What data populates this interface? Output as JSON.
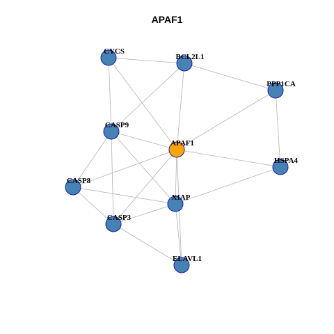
{
  "title": "APAF1",
  "colors": {
    "node_default": "#4682b4",
    "node_focus": "#ffa500",
    "node_border": "#1a1aa8",
    "edge": "#b3b3b3"
  },
  "nodes": [
    {
      "id": "CYCS",
      "label": "CYCS",
      "focus": false
    },
    {
      "id": "BCL2L1",
      "label": "BCL2L1",
      "focus": false
    },
    {
      "id": "PPP1CA",
      "label": "PPP1CA",
      "focus": false
    },
    {
      "id": "CASP9",
      "label": "CASP9",
      "focus": false
    },
    {
      "id": "APAF1",
      "label": "APAF1",
      "focus": true
    },
    {
      "id": "HSPA4",
      "label": "HSPA4",
      "focus": false
    },
    {
      "id": "CASP8",
      "label": "CASP8",
      "focus": false
    },
    {
      "id": "XIAP",
      "label": "XIAP",
      "focus": false
    },
    {
      "id": "CASP3",
      "label": "CASP3",
      "focus": false
    },
    {
      "id": "ELAVL1",
      "label": "ELAVL1",
      "focus": false
    }
  ],
  "edges": [
    [
      "CYCS",
      "BCL2L1"
    ],
    [
      "CYCS",
      "CASP9"
    ],
    [
      "CYCS",
      "APAF1"
    ],
    [
      "BCL2L1",
      "PPP1CA"
    ],
    [
      "BCL2L1",
      "CASP9"
    ],
    [
      "BCL2L1",
      "APAF1"
    ],
    [
      "PPP1CA",
      "APAF1"
    ],
    [
      "PPP1CA",
      "HSPA4"
    ],
    [
      "CASP9",
      "APAF1"
    ],
    [
      "CASP9",
      "CASP8"
    ],
    [
      "CASP9",
      "XIAP"
    ],
    [
      "CASP9",
      "CASP3"
    ],
    [
      "APAF1",
      "HSPA4"
    ],
    [
      "APAF1",
      "CASP8"
    ],
    [
      "APAF1",
      "XIAP"
    ],
    [
      "APAF1",
      "CASP3"
    ],
    [
      "APAF1",
      "ELAVL1"
    ],
    [
      "HSPA4",
      "XIAP"
    ],
    [
      "CASP8",
      "XIAP"
    ],
    [
      "CASP8",
      "CASP3"
    ],
    [
      "XIAP",
      "CASP3"
    ],
    [
      "XIAP",
      "ELAVL1"
    ],
    [
      "CASP3",
      "ELAVL1"
    ]
  ]
}
